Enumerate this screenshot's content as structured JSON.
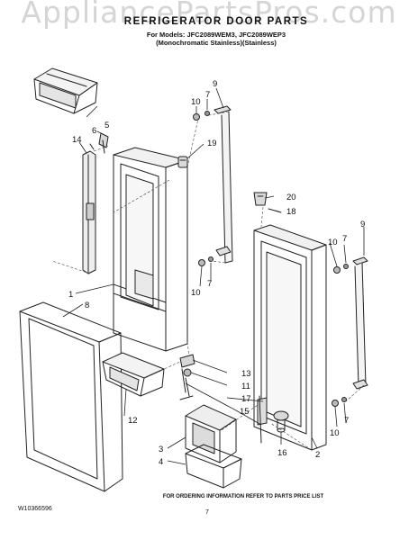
{
  "watermark": "AppliancePartsPros.com",
  "header": {
    "title": "REFRIGERATOR DOOR PARTS",
    "subtitle_line1": "For Models: JFC2089WEM3, JFC2089WEP3",
    "subtitle_line2": "(Monochromatic Stainless)(Stainless)"
  },
  "footer": {
    "note": "FOR ORDERING INFORMATION REFER TO PARTS PRICE LIST",
    "doc_id": "W10366596",
    "page": "7"
  },
  "callouts": {
    "c10_top": "10",
    "c7_top": "7",
    "c9_top": "9",
    "c5": "5",
    "c6": "6",
    "c14": "14",
    "c19": "19",
    "c20": "20",
    "c18": "18",
    "c10_mid": "10",
    "c7_mid": "7",
    "c9_right": "9",
    "c10_right": "10",
    "c7_right": "7",
    "c1": "1",
    "c8": "8",
    "c13": "13",
    "c11": "11",
    "c17": "17",
    "c15": "15",
    "c12": "12",
    "c3": "3",
    "c4": "4",
    "c16": "16",
    "c2": "2",
    "c10_lowr": "10",
    "c7_lowr": "7"
  }
}
